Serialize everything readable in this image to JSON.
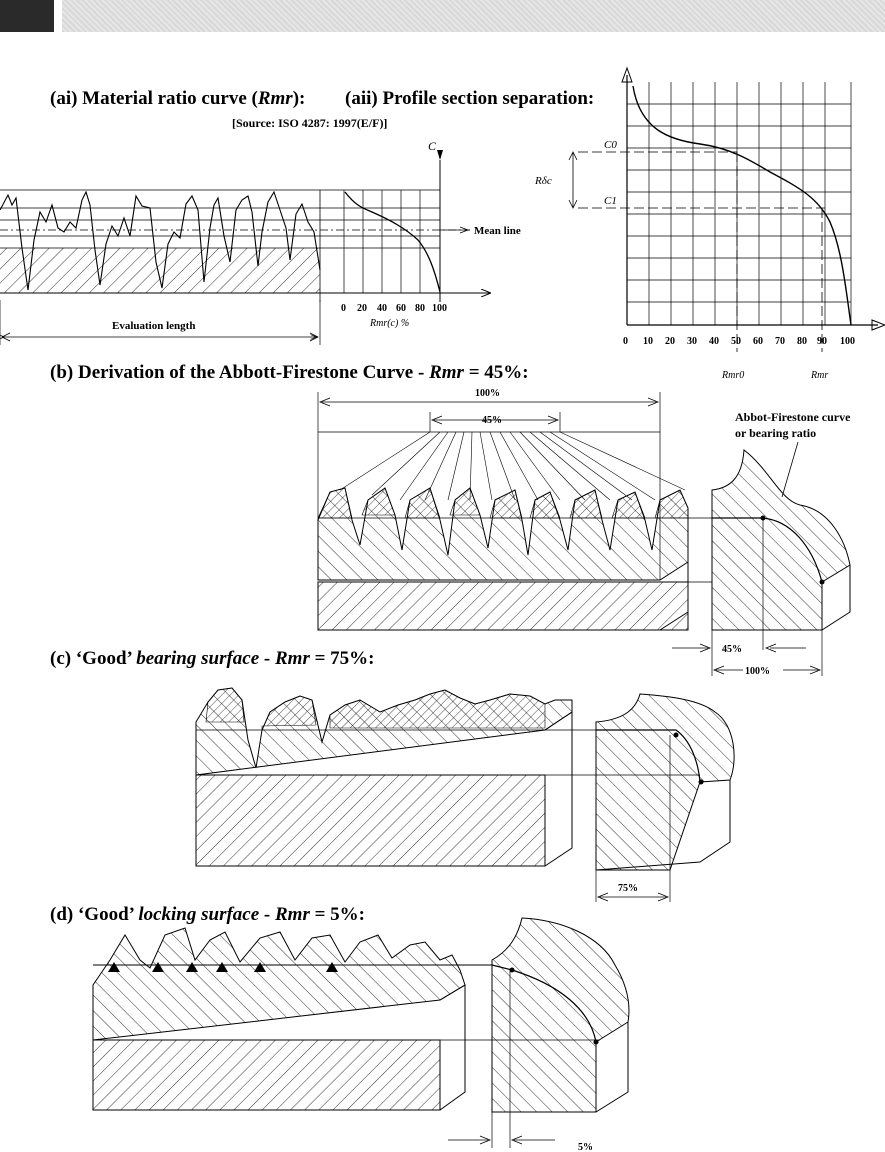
{
  "headings": {
    "ai": {
      "pre": "(ai) Material ratio curve (",
      "em": "Rmr",
      "post": "):"
    },
    "aii": "(aii) Profile section separation:",
    "source": "[Source: ISO 4287: 1997(E/F)]",
    "b": {
      "pre": "(b) Derivation of the Abbott-Firestone Curve - ",
      "em": "Rmr",
      "post": " = 45%:"
    },
    "c": {
      "pre": "(c) ‘Good’ ",
      "em1": "bearing surface",
      "mid": " - ",
      "em2": "Rmr",
      "post": " = 75%:"
    },
    "d": {
      "pre": "(d) ‘Good’ ",
      "em1": "locking surface",
      "mid": " - ",
      "em2": "Rmr",
      "post": " = 5%:"
    }
  },
  "panel_ai": {
    "axis_label_c": "C",
    "mean_line_label": "Mean line",
    "evaluation_length_label": "Evaluation length",
    "x_ticks": [
      "0",
      "20",
      "40",
      "60",
      "80",
      "100"
    ],
    "x_axis_label": "Rmr(c) %"
  },
  "panel_aii": {
    "c0_label": "C0",
    "c1_label": "C1",
    "rdc_label": "Rδc",
    "x_ticks": [
      "0",
      "10",
      "20",
      "30",
      "40",
      "50",
      "60",
      "70",
      "80",
      "90",
      "100"
    ],
    "rmr0_label": "Rmr0",
    "rmr_label": "Rmr"
  },
  "panel_b": {
    "pct_100": "100%",
    "pct_45": "45%",
    "curve_label_line1": "Abbot-Firestone curve",
    "curve_label_line2": "or bearing ratio",
    "bottom_45": "45%",
    "bottom_100": "100%"
  },
  "panel_c": {
    "pct_75": "75%"
  },
  "panel_d": {
    "pct_5": "5%"
  }
}
